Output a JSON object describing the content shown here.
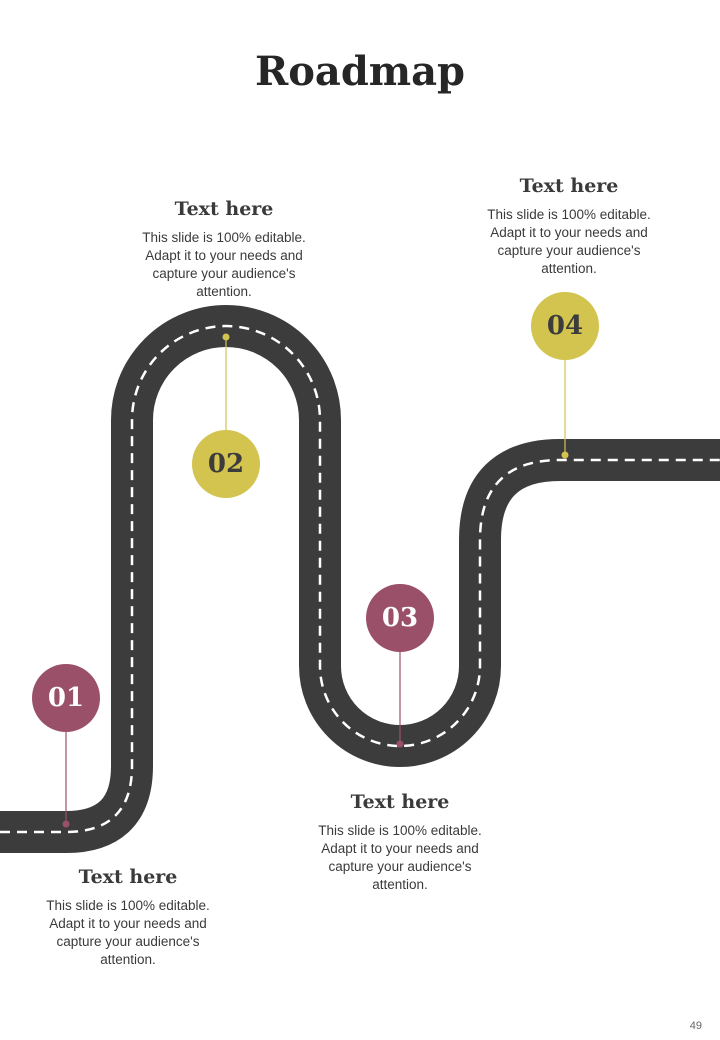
{
  "title": "Roadmap",
  "page_number": "49",
  "colors": {
    "road": "#3c3c3c",
    "dash": "#ffffff",
    "maroon": "#9a5068",
    "olive": "#d2c44f"
  },
  "steps": [
    {
      "number": "01",
      "heading": "Text here",
      "body": "This slide is 100% editable. Adapt it to your needs and capture your audience's attention."
    },
    {
      "number": "02",
      "heading": "Text here",
      "body": "This slide is 100% editable. Adapt it to your needs and capture your audience's attention."
    },
    {
      "number": "03",
      "heading": "Text here",
      "body": "This slide is 100% editable. Adapt it to your needs and capture your audience's attention."
    },
    {
      "number": "04",
      "heading": "Text here",
      "body": "This slide is 100% editable. Adapt it to your needs and capture your audience's attention."
    }
  ]
}
